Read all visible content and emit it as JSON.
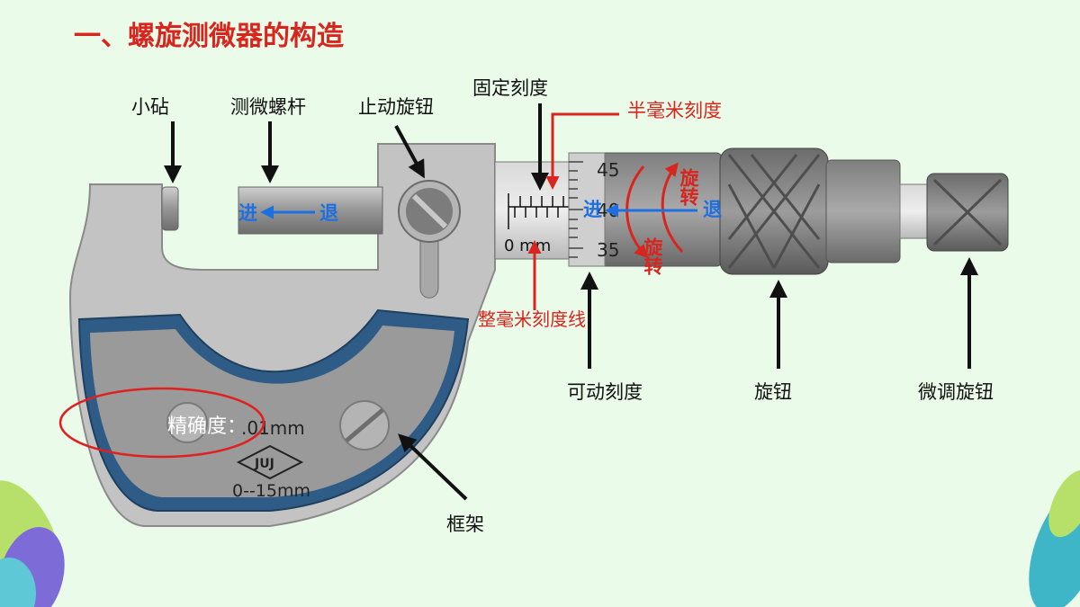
{
  "title": "一、螺旋测微器的构造",
  "labels": {
    "anvil": "小砧",
    "spindle": "测微螺杆",
    "lock": "止动旋钮",
    "fixed_scale": "固定刻度",
    "half_mm": "半毫米刻度",
    "whole_mm_line": "整毫米刻度线",
    "movable_scale": "可动刻度",
    "thimble_knob": "旋钮",
    "ratchet_knob": "微调旋钮",
    "frame": "框架",
    "precision": "精确度：",
    "advance": "进",
    "retreat": "退",
    "rotate": "旋转"
  },
  "frame_plate": {
    "precision_value": ".01mm",
    "brand": "JUJ",
    "range": "0--15mm"
  },
  "scale": {
    "unit": "0 mm",
    "thimble_numbers": [
      "45",
      "40",
      "35"
    ]
  },
  "colors": {
    "title": "#d8261f",
    "red_label": "#d8261f",
    "blue_label": "#1e6fe0",
    "frame_gray": "#bdbdbd",
    "plate_blue": "#2f5c86",
    "metal": "#8e8e8e"
  }
}
